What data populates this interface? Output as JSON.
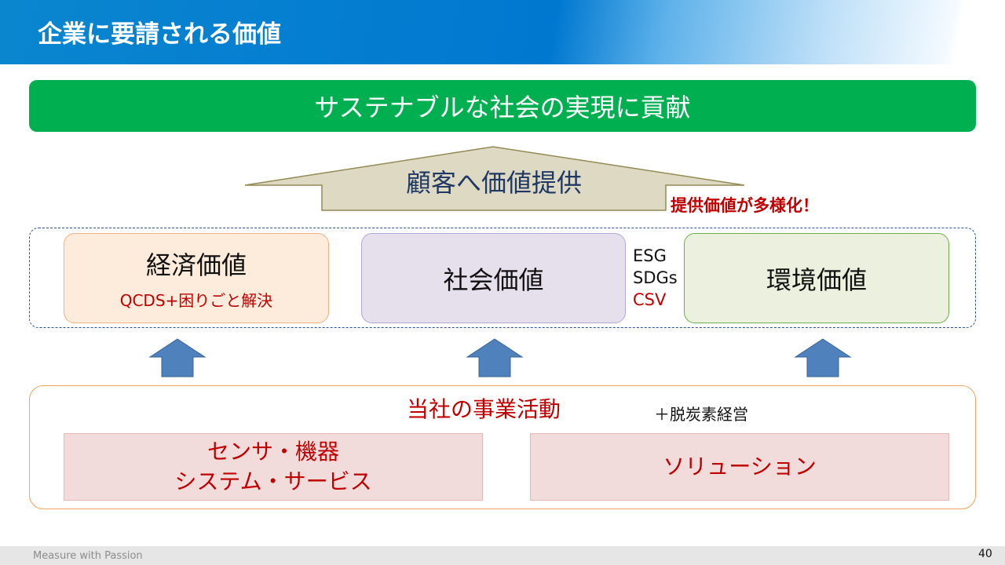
{
  "header": {
    "title": "企業に要請される価値"
  },
  "banner": {
    "text": "サステナブルな社会の実現に貢献"
  },
  "arrow": {
    "label": "顧客へ価値提供",
    "note": "提供価値が多様化！"
  },
  "values": {
    "economic": "経済価値",
    "economic_sub": "QCDS+困りごと解決",
    "social": "社会価値",
    "environmental": "環境価値"
  },
  "tags": [
    "ESG",
    "SDGs",
    "CSV"
  ],
  "business": {
    "title": "当社の事業活動",
    "extra": "＋脱炭素経営",
    "sensor_line1": "センサ・機器",
    "sensor_line2": "システム・サービス",
    "solution": "ソリューション"
  },
  "footer": {
    "tagline": "Measure with Passion",
    "page": "40"
  }
}
